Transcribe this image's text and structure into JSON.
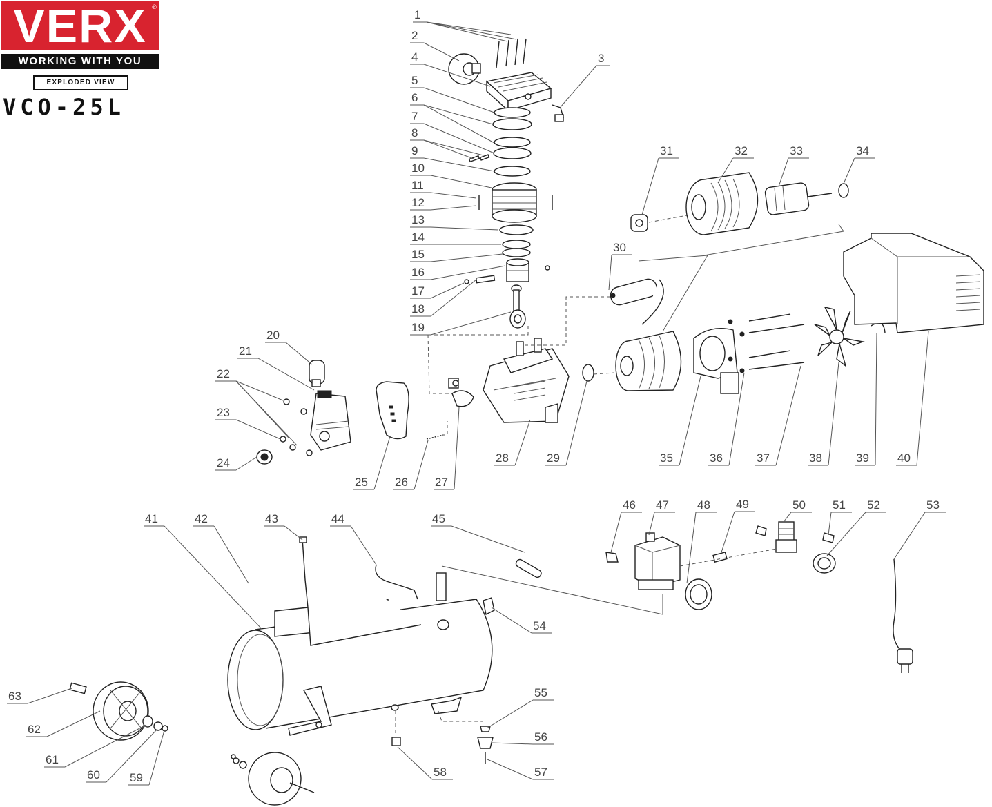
{
  "brand": {
    "logo": "VERX",
    "registered": "®",
    "tagline": "WORKING WITH YOU",
    "badge": "EXPLODED VIEW",
    "model": "VCO-25L",
    "accent_color": "#d8232f"
  },
  "callouts": [
    "1",
    "2",
    "3",
    "4",
    "5",
    "6",
    "7",
    "8",
    "9",
    "10",
    "11",
    "12",
    "13",
    "14",
    "15",
    "16",
    "17",
    "18",
    "19",
    "20",
    "21",
    "22",
    "23",
    "24",
    "25",
    "26",
    "27",
    "28",
    "29",
    "30",
    "31",
    "32",
    "33",
    "34",
    "35",
    "36",
    "37",
    "38",
    "39",
    "40",
    "41",
    "42",
    "43",
    "44",
    "45",
    "46",
    "47",
    "48",
    "49",
    "50",
    "51",
    "52",
    "53",
    "54",
    "55",
    "56",
    "57",
    "58",
    "59",
    "60",
    "61",
    "62",
    "63"
  ]
}
